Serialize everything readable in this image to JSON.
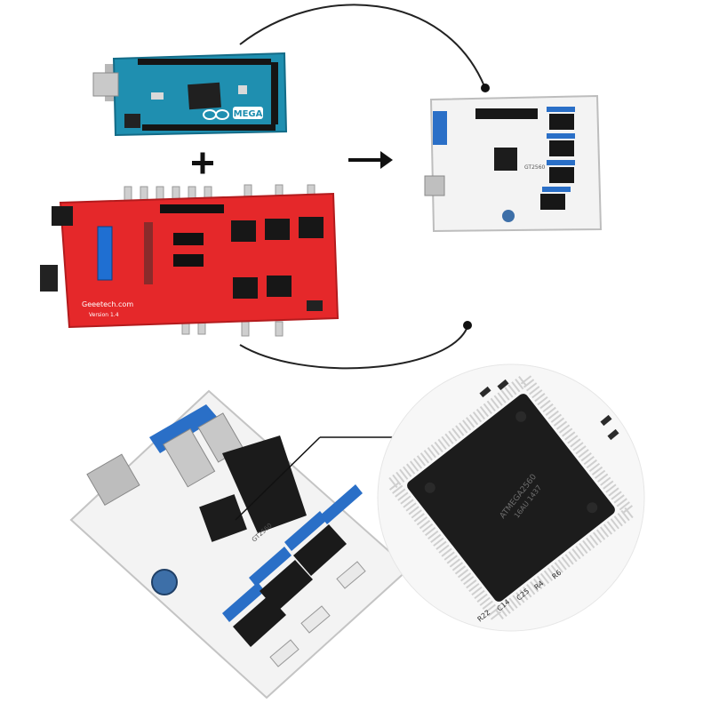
{
  "colors": {
    "arduino_blue": "#1f8fb0",
    "ramps_red": "#e5282a",
    "board_white": "#f3f3f3",
    "connector_blue": "#2a6fc7",
    "chip_black": "#1c1c1c"
  },
  "arduino_board": {
    "logo_text": "MEGA",
    "icon": "arduino-infinity-icon"
  },
  "ramps_board": {
    "silkscreen_brand": "Geeetech.com",
    "silkscreen_version": "Version 1.4"
  },
  "gt2560_board": {
    "silkscreen": "GT2560"
  },
  "chip_closeup": {
    "marking_line1": "ATMEGA2560",
    "marking_line2": "16AU 1437",
    "pcb_labels": [
      "R22",
      "C14",
      "C25",
      "R4",
      "R6"
    ]
  },
  "symbols": {
    "plus": "+",
    "arrow": "→"
  }
}
